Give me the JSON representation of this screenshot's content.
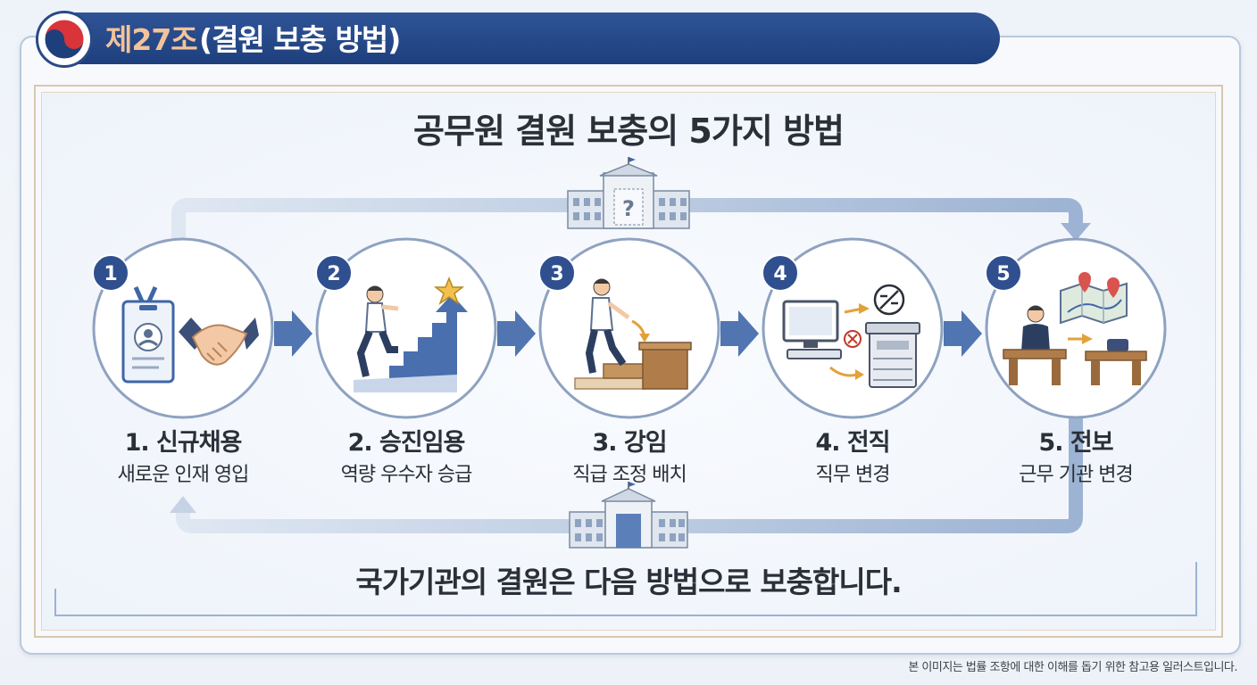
{
  "header": {
    "article_number": "제27조",
    "article_title": "(결원 보충 방법)"
  },
  "main_title": "공무원 결원 보충의 5가지 방법",
  "steps": [
    {
      "badge": "1",
      "label": "1. 신규채용",
      "desc": "새로운 인재 영입",
      "icon": "id-card-handshake-icon"
    },
    {
      "badge": "2",
      "label": "2. 승진임용",
      "desc": "역량 우수자 승급",
      "icon": "stairs-star-icon"
    },
    {
      "badge": "3",
      "label": "3. 강임",
      "desc": "직급 조정 배치",
      "icon": "step-down-icon"
    },
    {
      "badge": "4",
      "label": "4. 전직",
      "desc": "직무 변경",
      "icon": "job-change-icon"
    },
    {
      "badge": "5",
      "label": "5. 전보",
      "desc": "근무 기관 변경",
      "icon": "transfer-map-icon"
    }
  ],
  "question_mark": "?",
  "subtitle": "국가기관의 결원은 다음 방법으로 보충합니다.",
  "footnote": "본 이미지는 법률 조항에 대한 이해를 돕기 위한 참고용 일러스트입니다.",
  "colors": {
    "header_blue": "#1e3f7c",
    "accent_orange": "#f2c39a",
    "badge_blue": "#2f4f8f",
    "arrow_blue": "#3e66a8"
  }
}
